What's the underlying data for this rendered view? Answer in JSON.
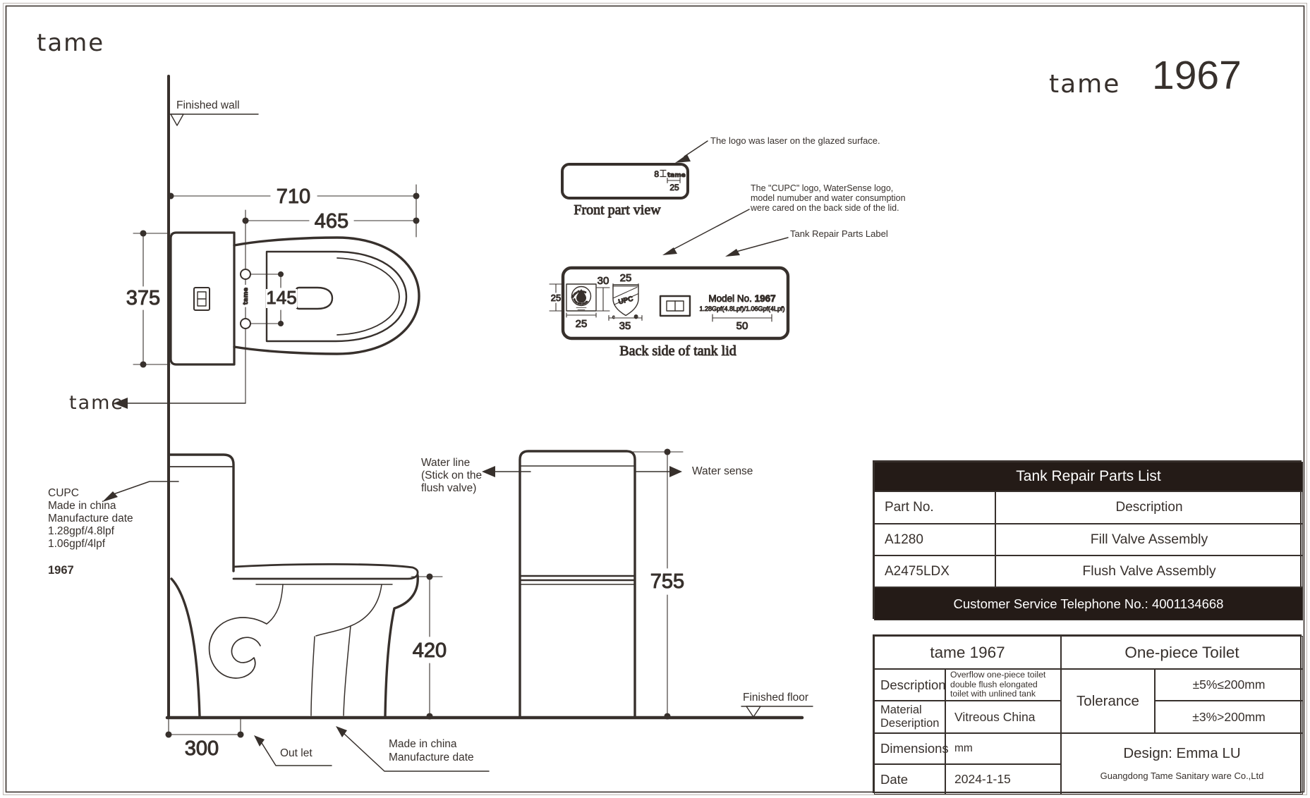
{
  "page": {
    "bg": "#ffffff",
    "ink": "#37302c",
    "table_dark": "#241b17"
  },
  "brand": {
    "logo": "tame"
  },
  "header_right": {
    "brand": "tame",
    "model": "1967"
  },
  "wall": {
    "finished_wall": "Finished wall",
    "finished_floor": "Finished floor"
  },
  "top_view": {
    "dim_length": "710",
    "dim_seat": "465",
    "dim_width": "375",
    "dim_bolt": "145",
    "seat_brand": "tame",
    "arrow_brand": "tame"
  },
  "front_lid": {
    "logo_height": "8",
    "brand": "tame",
    "logo_width": "25",
    "caption": "Front part view"
  },
  "annotations": {
    "laser": "The logo was laser on the glazed surface.",
    "cupc_line1": "The  \"CUPC\" logo, WaterSense logo,",
    "cupc_line2": "model numuber and water consumption",
    "cupc_line3": "were cared on the back side of the lid.",
    "tank_label": "Tank Repair Parts Label"
  },
  "back_lid": {
    "ws_side": "25",
    "ws_width": "25",
    "upc_height": "30",
    "upc_top": "25",
    "upc_width": "35",
    "model_width": "50",
    "model_prefix": "Model No. ",
    "model": "1967",
    "consumption": "1.28Gpf(4.8Lpf)/1.06Gpf(4Lpf)",
    "upc_text": "UPC",
    "upc_c": "c",
    "upc_r": "®",
    "watersense_top": "WaterSense",
    "watersense_bottom": "Meets EPA Criteria",
    "caption": "Back side of tank lid"
  },
  "front_view": {
    "water_line1": "Water line",
    "water_line2": "(Stick on the",
    "water_line3": "flush valve)",
    "water_sense": "Water sense",
    "dim_height": "755"
  },
  "side_view": {
    "cupc": "CUPC",
    "made_in": "Made in china",
    "mfg_date": "Manufacture date",
    "gpf1": "1.28gpf/4.8lpf",
    "gpf2": "1.06gpf/4lpf",
    "model": "1967",
    "dim_seat_height": "420",
    "dim_rough_in": "300",
    "out_let": "Out let",
    "made_in2": "Made in china",
    "mfg_date2": "Manufacture date"
  },
  "parts_table": {
    "title": "Tank Repair Parts List",
    "col_part": "Part No.",
    "col_desc": "Description",
    "rows": [
      {
        "part": "A1280",
        "desc": "Fill Valve Assembly"
      },
      {
        "part": "A2475LDX",
        "desc": "Flush Valve Assembly"
      }
    ],
    "footer": "Customer Service Telephone No.: 4001134668"
  },
  "spec_table": {
    "title_left": "tame 1967",
    "title_right": "One-piece Toilet",
    "desc_label": "Description",
    "desc_line1": "Overflow one-piece toilet",
    "desc_line2": "double flush elongated",
    "desc_line3": "toilet with unlined tank",
    "material_label1": "Material",
    "material_label2": "Deseription",
    "material_value": "Vitreous China",
    "tolerance_label": "Tolerance",
    "tol1": "±5%≤200mm",
    "tol2": "±3%>200mm",
    "dims_label": "Dimensions",
    "dims_value": "mm",
    "date_label": "Date",
    "date_value": "2024-1-15",
    "design": "Design: Emma LU",
    "company": "Guangdong Tame Sanitary ware Co.,Ltd"
  }
}
